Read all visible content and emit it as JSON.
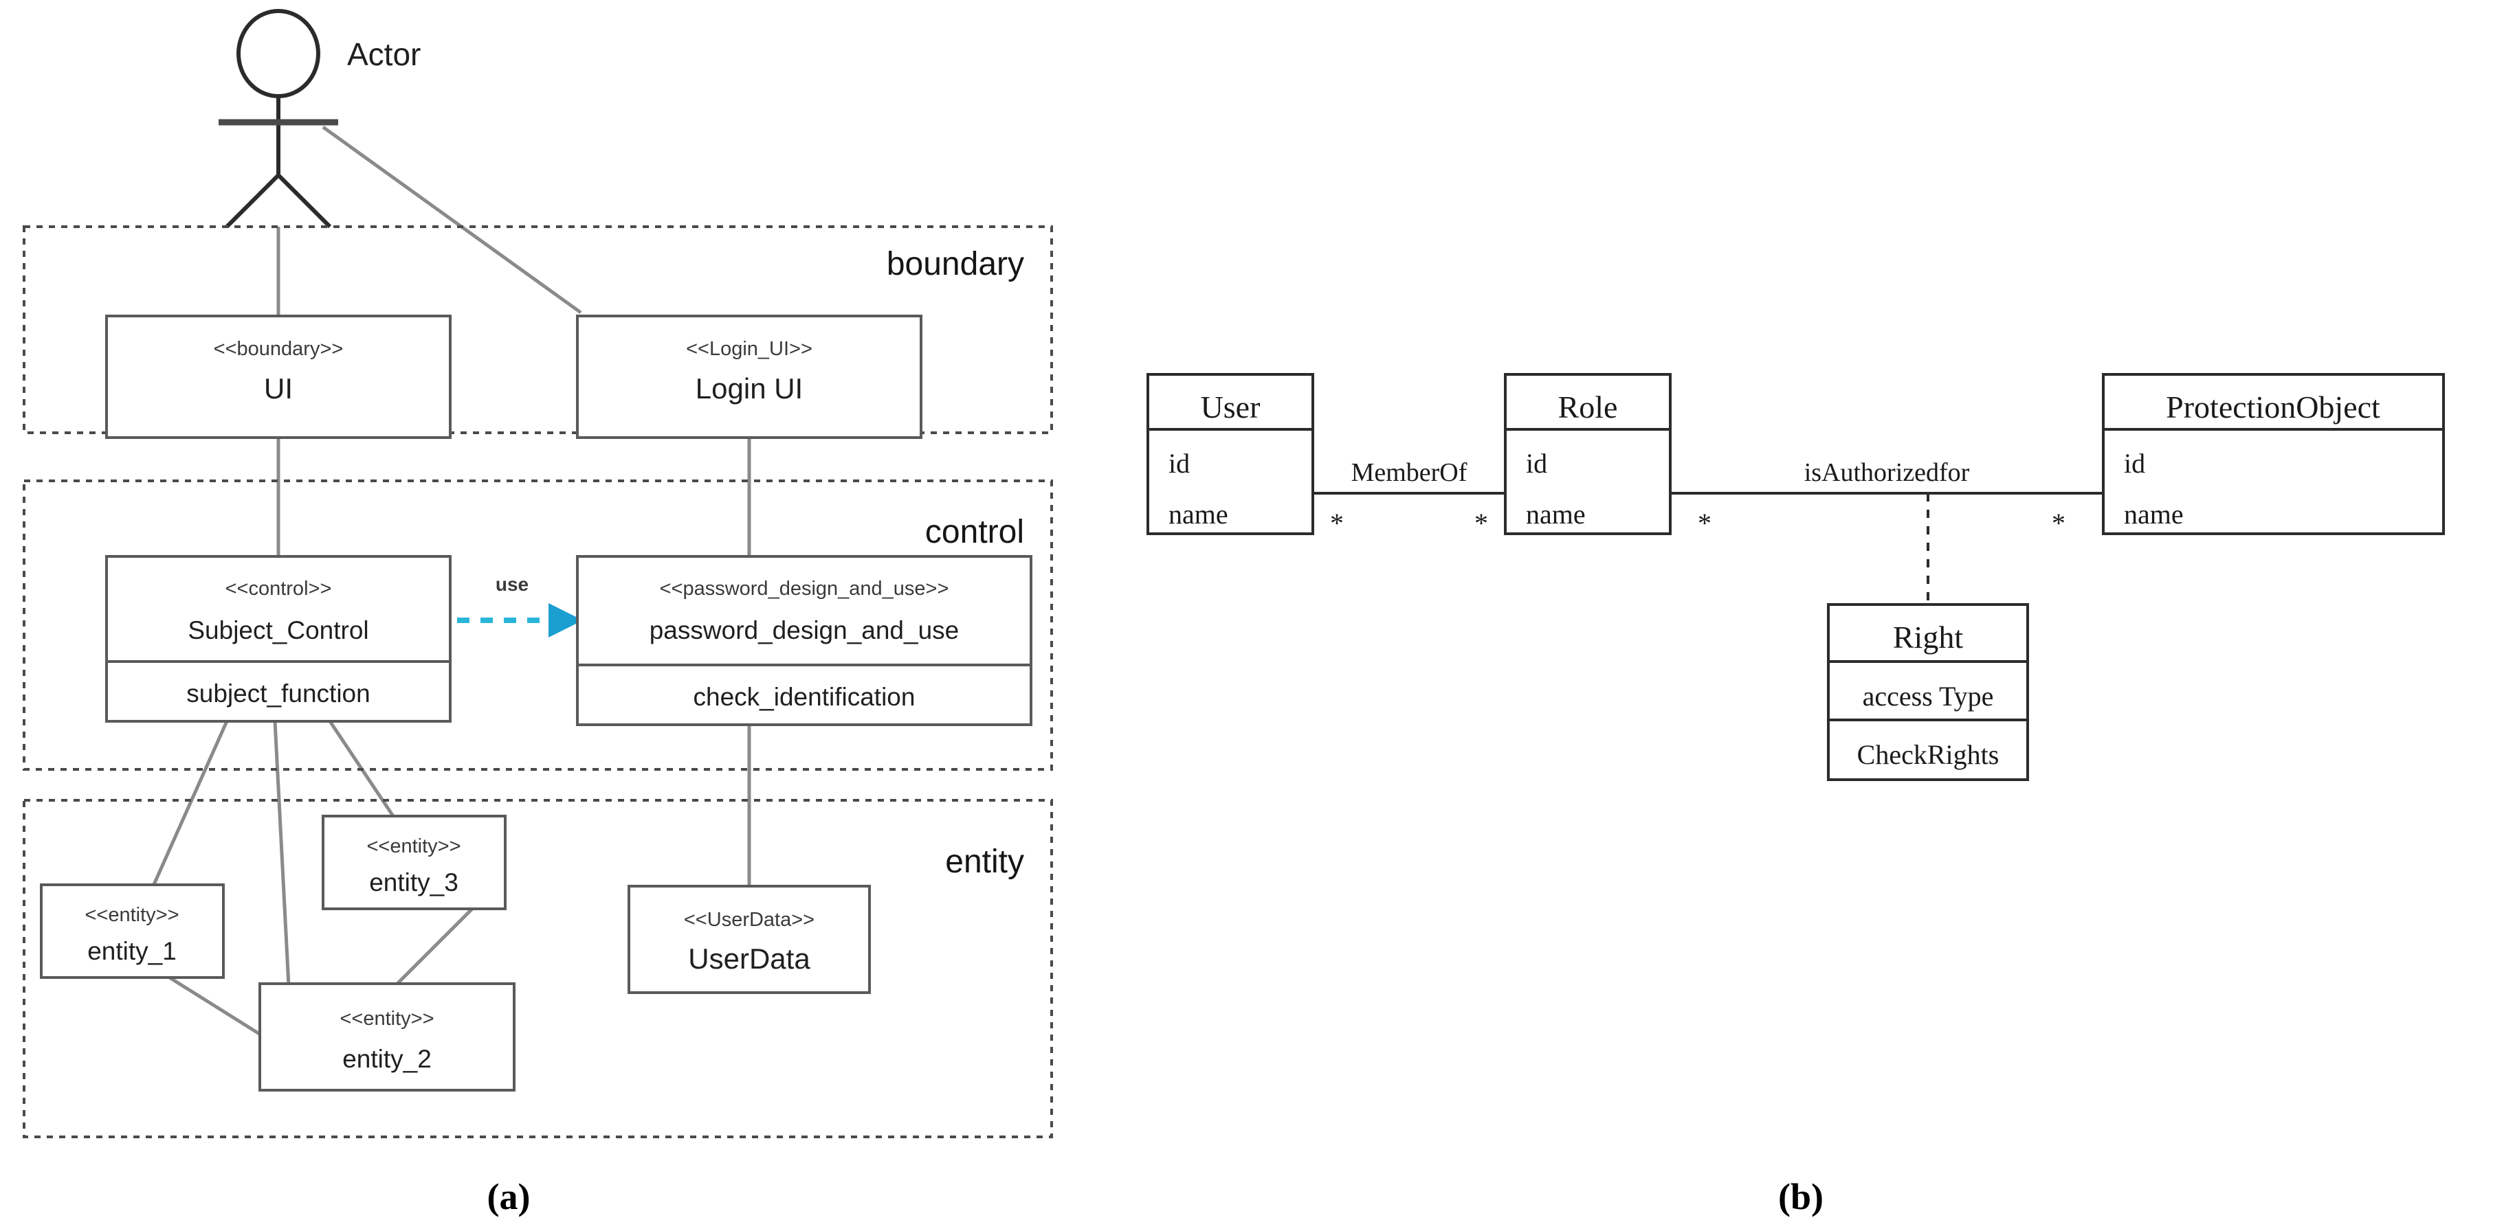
{
  "figure": {
    "captions": [
      {
        "id": "a",
        "label": "(a)"
      },
      {
        "id": "b",
        "label": "(b)"
      }
    ]
  },
  "diagram_a": {
    "type": "uml-analysis-class-diagram",
    "actor": {
      "label": "Actor"
    },
    "packages": [
      {
        "name": "boundary",
        "label": "boundary"
      },
      {
        "name": "control",
        "label": "control"
      },
      {
        "name": "entity",
        "label": "entity"
      }
    ],
    "classes": [
      {
        "id": "ui",
        "stereotype": "<<boundary>>",
        "name": "UI",
        "members": [],
        "package": "boundary"
      },
      {
        "id": "loginui",
        "stereotype": "<<Login_UI>>",
        "name": "Login UI",
        "members": [],
        "package": "boundary"
      },
      {
        "id": "subject",
        "stereotype": "<<control>>",
        "name": "Subject_Control",
        "members": [
          "subject_function"
        ],
        "package": "control"
      },
      {
        "id": "pwd",
        "stereotype": "<<password_design_and_use>>",
        "name": "password_design_and_use",
        "members": [
          "check_identification"
        ],
        "package": "control"
      },
      {
        "id": "e1",
        "stereotype": "<<entity>>",
        "name": "entity_1",
        "members": [],
        "package": "entity"
      },
      {
        "id": "e2",
        "stereotype": "<<entity>>",
        "name": "entity_2",
        "members": [],
        "package": "entity"
      },
      {
        "id": "e3",
        "stereotype": "<<entity>>",
        "name": "entity_3",
        "members": [],
        "package": "entity"
      },
      {
        "id": "udata",
        "stereotype": "<<UserData>>",
        "name": "UserData",
        "members": [],
        "package": "entity"
      }
    ],
    "dependencies": [
      {
        "from": "subject",
        "to": "pwd",
        "label": "use",
        "style": "dashed-arrow",
        "color": "#1a9fd0"
      }
    ],
    "associations": [
      {
        "from": "actor",
        "to": "ui"
      },
      {
        "from": "actor",
        "to": "loginui"
      },
      {
        "from": "ui",
        "to": "subject"
      },
      {
        "from": "loginui",
        "to": "pwd"
      },
      {
        "from": "pwd",
        "to": "udata"
      },
      {
        "from": "subject",
        "to": "e1"
      },
      {
        "from": "subject",
        "to": "e2"
      },
      {
        "from": "subject",
        "to": "e3"
      },
      {
        "from": "e1",
        "to": "e2"
      },
      {
        "from": "e3",
        "to": "e2"
      }
    ]
  },
  "diagram_b": {
    "type": "uml-class-diagram",
    "classes": [
      {
        "id": "user",
        "name": "User",
        "attributes": [
          "id",
          "name"
        ]
      },
      {
        "id": "role",
        "name": "Role",
        "attributes": [
          "id",
          "name"
        ]
      },
      {
        "id": "object",
        "name": "ProtectionObject",
        "attributes": [
          "id",
          "name"
        ]
      },
      {
        "id": "right",
        "name": "Right",
        "attributes": [
          "access Type"
        ],
        "operations": [
          "CheckRights"
        ]
      }
    ],
    "associations": [
      {
        "from": "user",
        "to": "role",
        "label": "MemberOf",
        "from_multiplicity": "*",
        "to_multiplicity": "*"
      },
      {
        "from": "role",
        "to": "object",
        "label": "isAuthorizedfor",
        "from_multiplicity": "*",
        "to_multiplicity": "*"
      }
    ],
    "association_class": {
      "name": "Right",
      "attached_to": "isAuthorizedfor",
      "style": "dashed"
    }
  },
  "colors": {
    "accent_use_arrow": "#1a9fd0",
    "link_gray": "#8a8a8a",
    "box_stroke_a": "#5a5a5a",
    "box_stroke_b": "#2b2b2b",
    "package_dash": "#4a4a4a",
    "background": "#ffffff"
  }
}
